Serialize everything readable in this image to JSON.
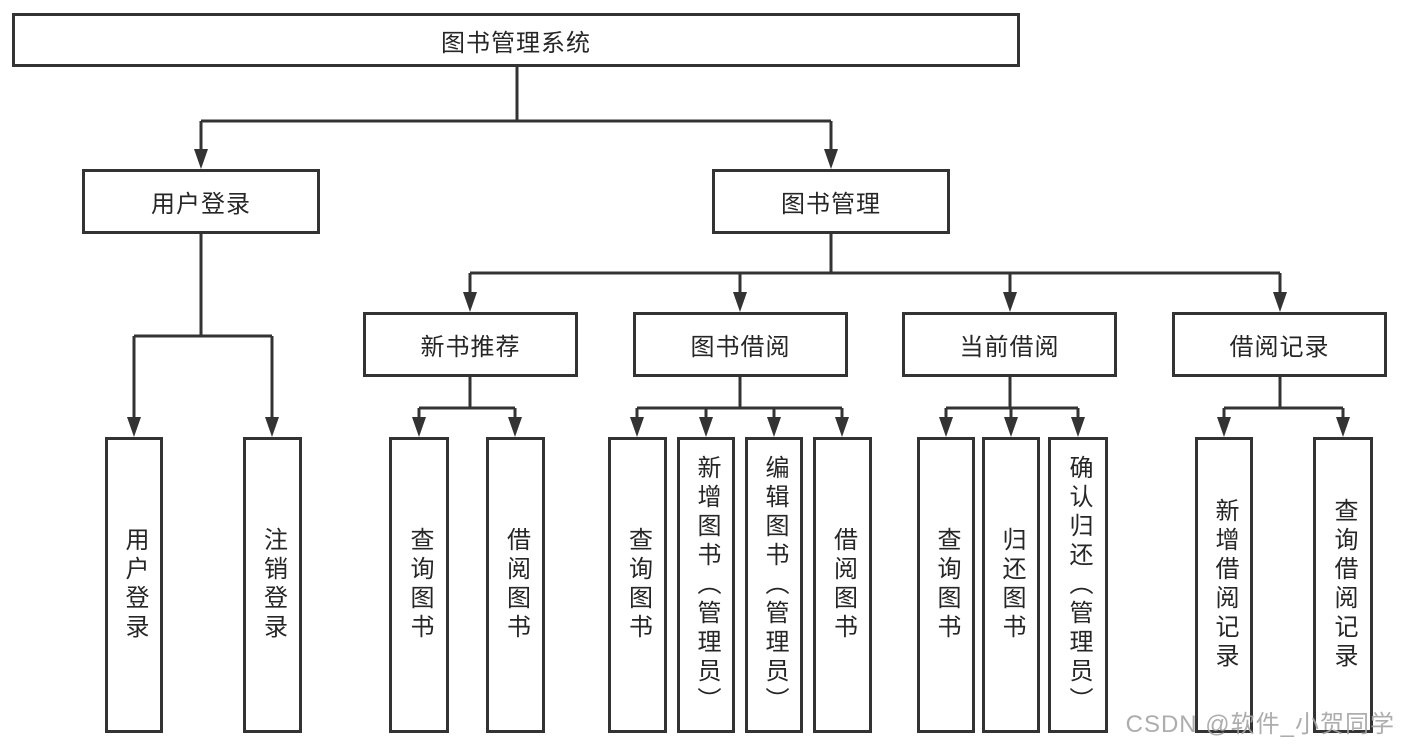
{
  "tree": {
    "root": {
      "label": "图书管理系统"
    },
    "children": [
      {
        "label": "用户登录",
        "children": [
          {
            "label": "用户登录"
          },
          {
            "label": "注销登录"
          }
        ]
      },
      {
        "label": "图书管理",
        "children": [
          {
            "label": "新书推荐",
            "children": [
              {
                "label": "查询图书"
              },
              {
                "label": "借阅图书"
              }
            ]
          },
          {
            "label": "图书借阅",
            "children": [
              {
                "label": "查询图书"
              },
              {
                "label": "新增图书（管理员）"
              },
              {
                "label": "编辑图书（管理员）"
              },
              {
                "label": "借阅图书"
              }
            ]
          },
          {
            "label": "当前借阅",
            "children": [
              {
                "label": "查询图书"
              },
              {
                "label": "归还图书"
              },
              {
                "label": "确认归还（管理员）"
              }
            ]
          },
          {
            "label": "借阅记录",
            "children": [
              {
                "label": "新增借阅记录"
              },
              {
                "label": "查询借阅记录"
              }
            ]
          }
        ]
      }
    ]
  },
  "watermark": {
    "text": "CSDN @软件_小贺同学"
  },
  "colors": {
    "line": "#333333",
    "text": "#262626",
    "box_fill": "#ffffff",
    "background": "#ffffff",
    "watermark": "#a4a4a4"
  }
}
